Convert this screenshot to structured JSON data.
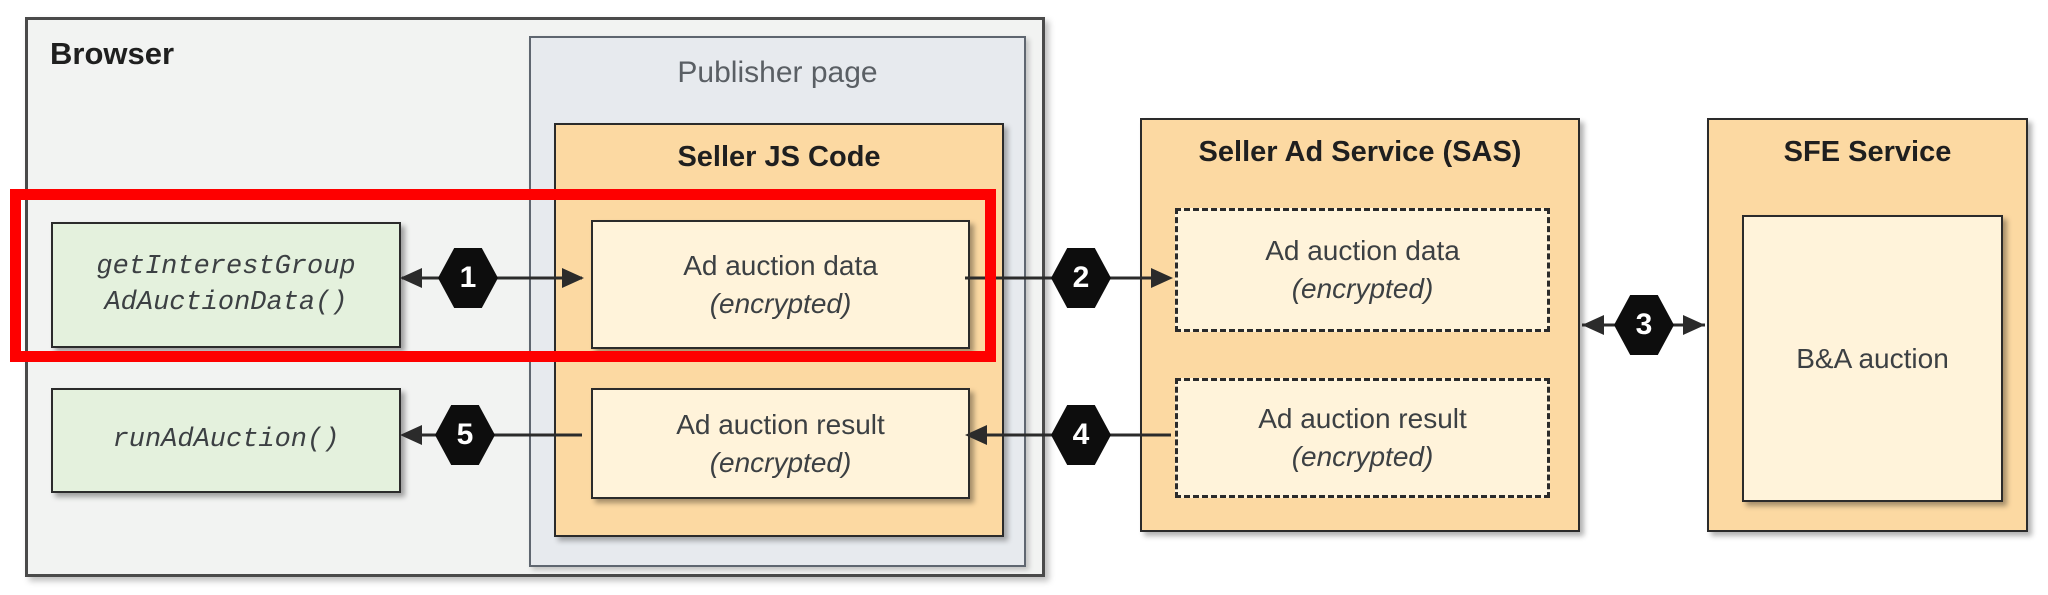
{
  "browser": {
    "title": "Browser",
    "api_calls": [
      {
        "line1": "getInterestGroup",
        "line2": "AdAuctionData()"
      },
      {
        "line1": "runAdAuction()"
      }
    ]
  },
  "publisher_page": {
    "title": "Publisher page"
  },
  "seller_js": {
    "title": "Seller JS Code",
    "boxes": [
      {
        "line1": "Ad auction data",
        "line2": "(encrypted)"
      },
      {
        "line1": "Ad auction result",
        "line2": "(encrypted)"
      }
    ]
  },
  "sas": {
    "title": "Seller Ad Service (SAS)",
    "boxes": [
      {
        "line1": "Ad auction data",
        "line2": "(encrypted)"
      },
      {
        "line1": "Ad auction result",
        "line2": "(encrypted)"
      }
    ]
  },
  "sfe": {
    "title": "SFE Service",
    "box_label": "B&A auction"
  },
  "steps": [
    {
      "number": "1"
    },
    {
      "number": "2"
    },
    {
      "number": "3"
    },
    {
      "number": "4"
    },
    {
      "number": "5"
    }
  ],
  "colors": {
    "container_orange": "#FCD9A2",
    "box_cream": "#FFF3DA",
    "api_green": "#E4F1DD",
    "browser_gray": "#F2F3F2",
    "publisher_gray": "#E7EAEE",
    "highlight_red": "#FE0000",
    "step_hexagon": "#0D0D0D"
  }
}
